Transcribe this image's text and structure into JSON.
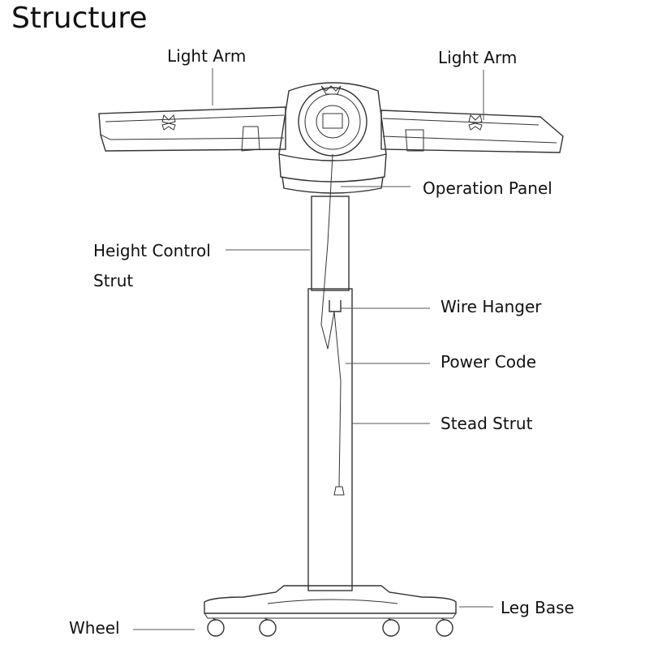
{
  "title": "Structure",
  "labels": {
    "light_arm_left": "Light Arm",
    "light_arm_right": "Light Arm",
    "operation_panel": "Operation Panel",
    "height_control_line1": "Height Control",
    "height_control_line2": "Strut",
    "wire_hanger": "Wire Hanger",
    "power_code": "Power Code",
    "stead_strut": "Stead Strut",
    "leg_base": "Leg Base",
    "wheel": "Wheel"
  }
}
